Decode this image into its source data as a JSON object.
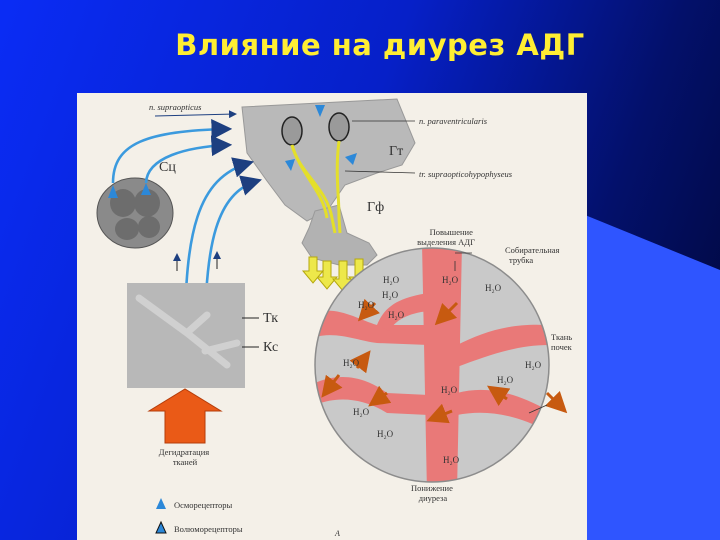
{
  "slide": {
    "title": "Влияние на диурез АДГ",
    "colors": {
      "background": "#0620c8",
      "title": "#ffee33",
      "accent_blue": "#2f55ff"
    }
  },
  "diagram": {
    "labels": {
      "supraopticus": "n. supraopticus",
      "paraventricularis": "n. paraventricularis",
      "tractus": "tr. supraopticohypophyseus",
      "gt": "Гт",
      "gf": "Гф",
      "sc": "Сц",
      "tk": "Тк",
      "ks": "Кс",
      "increase": [
        "Повышение",
        "выделения АДГ"
      ],
      "collecting_duct": [
        "Собирательная",
        "трубка"
      ],
      "kidney_tissue": [
        "Ткань",
        "почек"
      ],
      "decrease": [
        "Понижение",
        "диуреза"
      ],
      "dehydration": [
        "Дегидратация",
        "тканей"
      ],
      "water": "H₂O",
      "figure_letter": "А"
    },
    "legend": [
      {
        "label": "Осморецепторы",
        "icon": "osmoreceptor-icon"
      },
      {
        "label": "Волюморецепторы",
        "icon": "volumoreceptor-icon"
      }
    ]
  }
}
